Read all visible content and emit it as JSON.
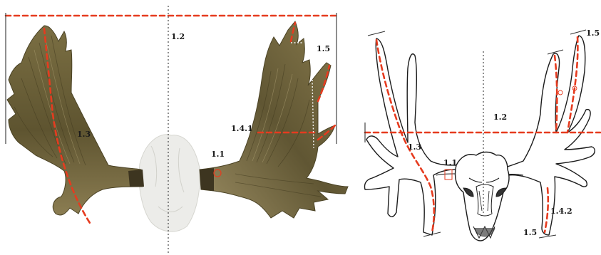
{
  "labels": {
    "photo_total_spread": "1.2",
    "photo_main_beam": "1.3",
    "photo_palm_width": "1.4.1",
    "photo_burr": "1.1",
    "photo_tine": "1.5",
    "drawing_total_spread": "1.2",
    "drawing_main_beam": "1.3",
    "drawing_burr": "1.1",
    "drawing_palm_width": "1.4.2",
    "drawing_tine_top": "1.5",
    "drawing_tine_bottom": "1.5"
  },
  "colors": {
    "measure_line": "#e63b1f",
    "antler_dark": "#5e5430",
    "antler_light": "#a89a6c",
    "outline": "#1b1b1b"
  },
  "icons": {
    "antler_photo": "moose-antler-photo",
    "antler_drawing": "moose-antler-line-drawing"
  }
}
